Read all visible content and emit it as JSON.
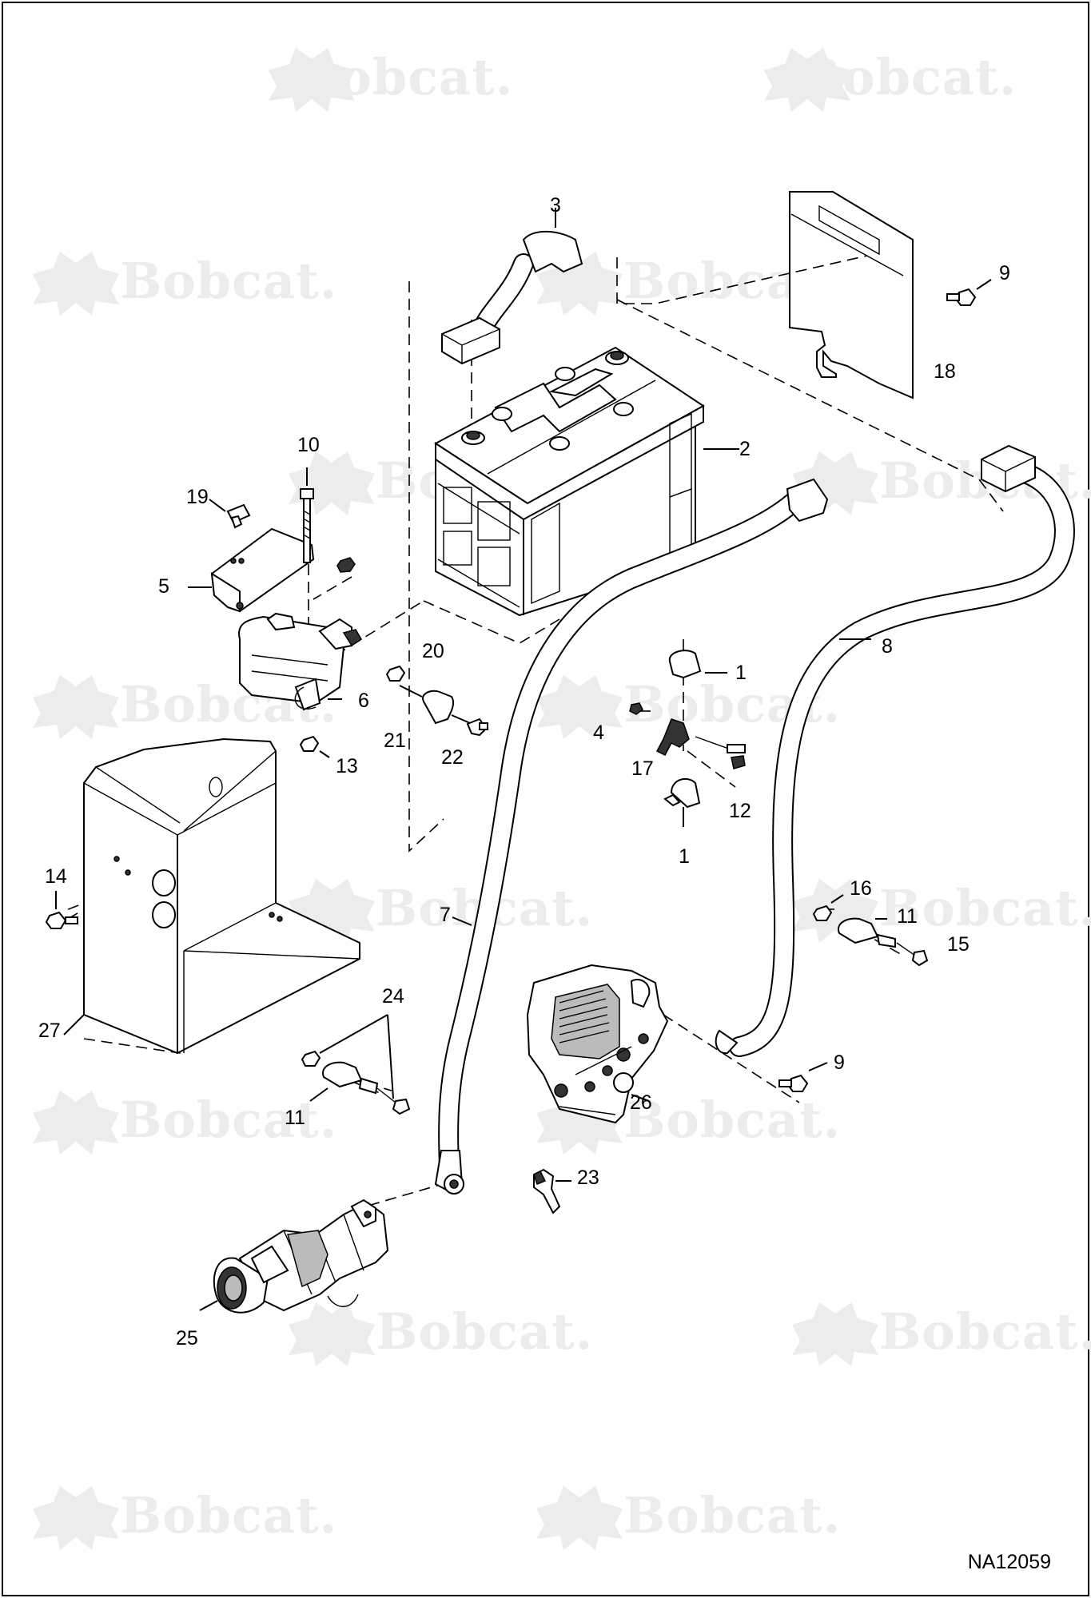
{
  "watermark": {
    "text": "Bobcat.",
    "color": "#ececec"
  },
  "drawing_number": "NA12059",
  "callouts": {
    "c1a": "1",
    "c1b": "1",
    "c2": "2",
    "c3": "3",
    "c4": "4",
    "c5": "5",
    "c6": "6",
    "c7": "7",
    "c8": "8",
    "c9a": "9",
    "c9b": "9",
    "c10": "10",
    "c11a": "11",
    "c11b": "11",
    "c12": "12",
    "c13": "13",
    "c14": "14",
    "c15": "15",
    "c16": "16",
    "c17": "17",
    "c18": "18",
    "c19": "19",
    "c20": "20",
    "c21": "21",
    "c22": "22",
    "c23": "23",
    "c24": "24",
    "c25": "25",
    "c26": "26",
    "c27": "27"
  },
  "parts": [
    {
      "id": "battery",
      "icon": "battery-icon"
    },
    {
      "id": "battery-cable-positive",
      "icon": "cable-icon"
    },
    {
      "id": "battery-cable-negative",
      "icon": "cable-icon"
    },
    {
      "id": "terminal-cover",
      "icon": "terminal-cover-icon"
    },
    {
      "id": "relay-solenoid",
      "icon": "solenoid-icon"
    },
    {
      "id": "mounting-bracket",
      "icon": "bracket-icon"
    },
    {
      "id": "hold-down-plate",
      "icon": "plate-icon"
    },
    {
      "id": "battery-tray",
      "icon": "tray-icon"
    },
    {
      "id": "starter-motor",
      "icon": "starter-icon"
    },
    {
      "id": "engine-block",
      "icon": "engine-icon"
    }
  ]
}
